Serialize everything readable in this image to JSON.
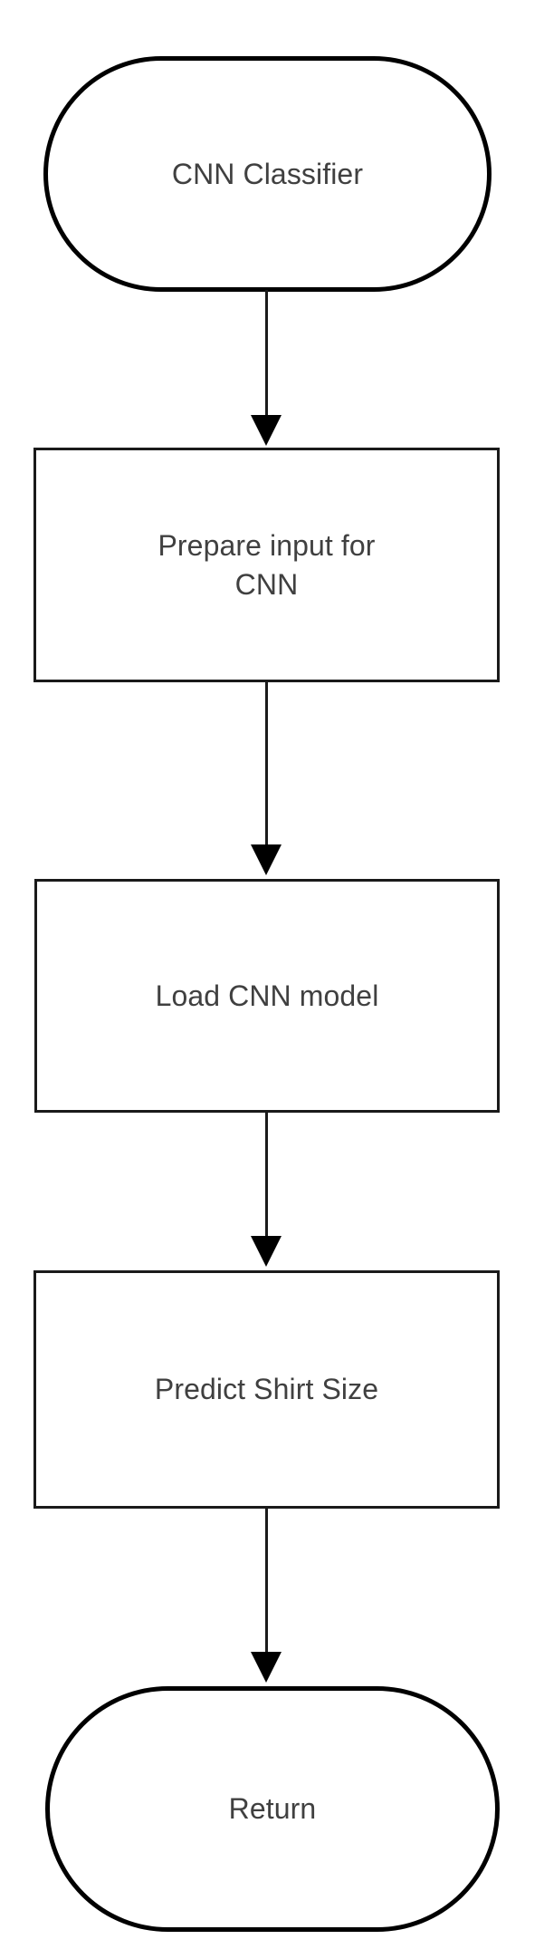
{
  "diagram": {
    "type": "flowchart",
    "orientation": "top-to-bottom",
    "background_color": "#ffffff",
    "node_border_color": "#000000",
    "node_fill_color": "#ffffff",
    "text_color": "#404040",
    "connector_color": "#1a1a1a",
    "nodes": [
      {
        "id": "cnn-classifier",
        "label": "CNN Classifier",
        "shape": "terminator"
      },
      {
        "id": "prepare-input",
        "label": "Prepare input for\nCNN",
        "shape": "process"
      },
      {
        "id": "load-model",
        "label": "Load CNN model",
        "shape": "process"
      },
      {
        "id": "predict-size",
        "label": "Predict Shirt Size",
        "shape": "process"
      },
      {
        "id": "return",
        "label": "Return",
        "shape": "terminator"
      }
    ],
    "edges": [
      {
        "id": "edge-0",
        "from": "cnn-classifier",
        "to": "prepare-input",
        "label": "",
        "arrow": "down-arrow"
      },
      {
        "id": "edge-1",
        "from": "prepare-input",
        "to": "load-model",
        "label": "",
        "arrow": "down-arrow"
      },
      {
        "id": "edge-2",
        "from": "load-model",
        "to": "predict-size",
        "label": "",
        "arrow": "down-arrow"
      },
      {
        "id": "edge-3",
        "from": "predict-size",
        "to": "return",
        "label": "",
        "arrow": "down-arrow"
      }
    ]
  }
}
